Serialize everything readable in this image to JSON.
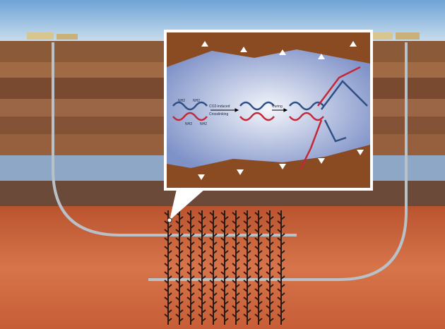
{
  "inset": {
    "amine": "NH2",
    "step1_top": "CO2-induced",
    "step1_bottom": "Crosslinking",
    "step2": "Curing"
  },
  "colors": {
    "sky": "#8fb8dd",
    "strata": "#8a5a3a",
    "aquifer": "#8ea7c6",
    "reservoir": "#c9603a",
    "polymer_blue": "#2e4f86",
    "polymer_red": "#c2283a"
  }
}
